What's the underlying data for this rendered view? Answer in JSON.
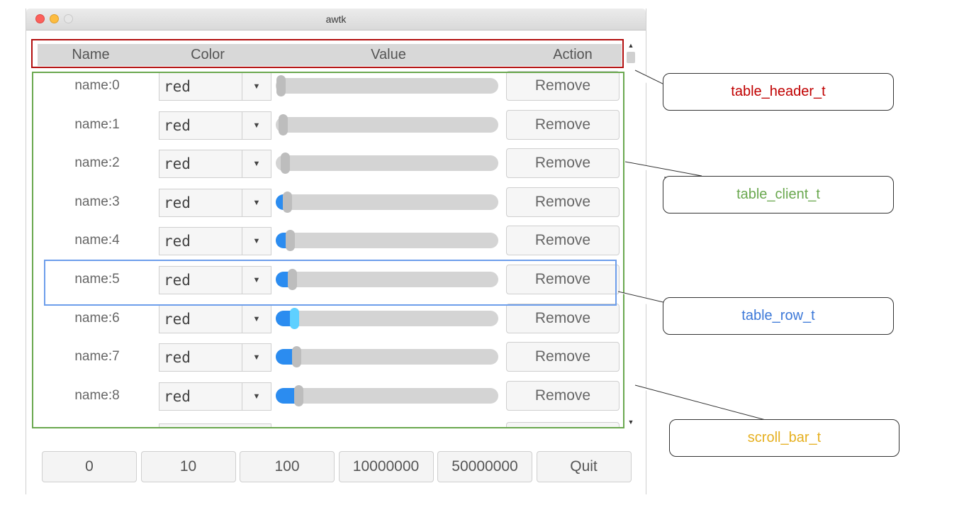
{
  "window": {
    "title": "awtk"
  },
  "table_header": {
    "columns": [
      "Name",
      "Color",
      "Value",
      "Action"
    ]
  },
  "rows": [
    {
      "name": "name:0",
      "color": "red",
      "value": 0,
      "action": "Remove"
    },
    {
      "name": "name:1",
      "color": "red",
      "value": 1,
      "action": "Remove"
    },
    {
      "name": "name:2",
      "color": "red",
      "value": 2,
      "action": "Remove"
    },
    {
      "name": "name:3",
      "color": "red",
      "value": 3,
      "action": "Remove"
    },
    {
      "name": "name:4",
      "color": "red",
      "value": 4,
      "action": "Remove"
    },
    {
      "name": "name:5",
      "color": "red",
      "value": 5,
      "action": "Remove"
    },
    {
      "name": "name:6",
      "color": "red",
      "value": 6,
      "action": "Remove"
    },
    {
      "name": "name:7",
      "color": "red",
      "value": 7,
      "action": "Remove"
    },
    {
      "name": "name:8",
      "color": "red",
      "value": 8,
      "action": "Remove"
    }
  ],
  "slider_max": 100,
  "bottom_buttons": [
    "0",
    "10",
    "100",
    "10000000",
    "50000000",
    "Quit"
  ],
  "annotations": {
    "table_header": "table_header_t",
    "table_client": "table_client_t",
    "table_row": "table_row_t",
    "scroll_bar": "scroll_bar_t"
  },
  "colors": {
    "header_frame": "#b20e0e",
    "client_frame": "#6aa84f",
    "row_frame": "#6d9eeb",
    "scroll_label": "#e6b020",
    "slider_fill": "#2b8cf0"
  }
}
